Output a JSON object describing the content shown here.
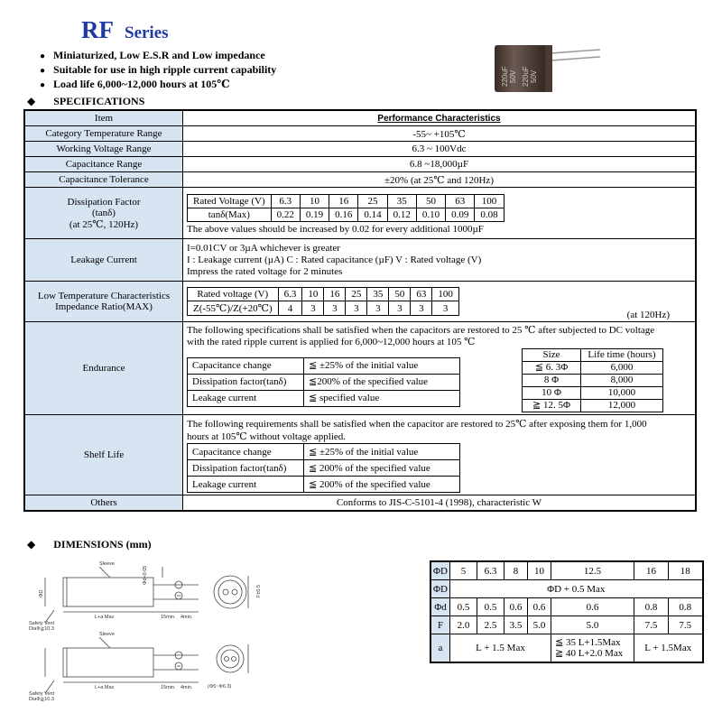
{
  "header": {
    "series_code": "RF",
    "series_word": "Series"
  },
  "features": [
    "Miniaturized, Low E.S.R and Low impedance",
    "Suitable for use in high ripple current capability",
    "Load life 6,000~12,000 hours at 105℃"
  ],
  "capacitor_image": {
    "label1": "220uF",
    "label2": "50V"
  },
  "specifications": {
    "heading": "SPECIFICATIONS",
    "col_item": "Item",
    "col_perf": "Performance Characteristics",
    "temp_label": "Category Temperature Range",
    "temp_value": "-55~ +105℃",
    "voltage_label": "Working Voltage Range",
    "voltage_value": "6.3 ~ 100Vdc",
    "cap_label": "Capacitance Range",
    "cap_value": "6.8 ~18,000µF",
    "tol_label": "Capacitance Tolerance",
    "tol_value": "±20%   (at 25℃ and 120Hz)",
    "df_label1": "Dissipation Factor",
    "df_label2": "(tanδ)",
    "df_label3": "(at 25℃, 120Hz)",
    "df_rated_label": "Rated Voltage (V)",
    "df_tan_label": "tanδ(Max)",
    "df_voltages": [
      "6.3",
      "10",
      "16",
      "25",
      "35",
      "50",
      "63",
      "100"
    ],
    "df_values": [
      "0.22",
      "0.19",
      "0.16",
      "0.14",
      "0.12",
      "0.10",
      "0.09",
      "0.08"
    ],
    "df_note": "The above values should be increased by 0.02 for every additional 1000µF",
    "leak_label": "Leakage Current",
    "leak_line1": "I=0.01CV or 3µA whichever is greater",
    "leak_line2": "I : Leakage current (µA)   C : Rated capacitance (µF)   V : Rated voltage (V)",
    "leak_line3": "Impress the rated voltage for 2 minutes",
    "lt_label1": "Low Temperature Characteristics",
    "lt_label2": "Impedance Ratio(MAX)",
    "lt_rated_label": "Rated voltage (V)",
    "lt_z_label": "Z(-55℃)/Z(+20℃)",
    "lt_voltages": [
      "6.3",
      "10",
      "16",
      "25",
      "35",
      "50",
      "63",
      "100"
    ],
    "lt_values": [
      "4",
      "3",
      "3",
      "3",
      "3",
      "3",
      "3",
      "3"
    ],
    "lt_note": "(at 120Hz)",
    "endu_label": "Endurance",
    "endu_text1": "The following specifications shall be satisfied when the capacitors are restored to 25 ℃ after subjected to DC voltage",
    "endu_text2": "with the rated ripple current is applied for 6,000~12,000 hours at 105 ℃",
    "endu_rows": [
      [
        "Capacitance change",
        "≦ ±25% of the initial value"
      ],
      [
        "Dissipation factor(tanδ)",
        "≦200% of the specified value"
      ],
      [
        "Leakage current",
        "≦ specified value"
      ]
    ],
    "life_head": [
      "Size",
      "Life time (hours)"
    ],
    "life_rows": [
      [
        "≦ 6. 3Φ",
        "6,000"
      ],
      [
        "8 Φ",
        "8,000"
      ],
      [
        "10 Φ",
        "10,000"
      ],
      [
        "≧ 12. 5Φ",
        "12,000"
      ]
    ],
    "shelf_label": "Shelf Life",
    "shelf_text1": "The following requirements shall be satisfied when the capacitor are restored to 25℃ after exposing them for 1,000",
    "shelf_text2": "hours at 105℃ without voltage applied.",
    "shelf_rows": [
      [
        "Capacitance change",
        "≦ ±25% of the initial value"
      ],
      [
        "Dissipation factor(tanδ)",
        "≦ 200% of the specified value"
      ],
      [
        "Leakage current",
        "≦ 200% of the specified value"
      ]
    ],
    "others_label": "Others",
    "others_value": "Conforms to JIS-C-5101-4 (1998), characteristic W"
  },
  "dimensions": {
    "heading": "DIMENSIONS (mm)",
    "drawing1": {
      "sleeve": "Sleeve",
      "lmax": "L+a Max",
      "min15": "15min.",
      "min4": "4min.",
      "vent": "Safety Vent",
      "vent_dia": "DiaΦ≧10.3",
      "od": "ΦD",
      "od_tol": "Φd+0.05",
      "f": "F±0.5"
    },
    "drawing2": {
      "sleeve": "Sleeve",
      "lmax": "L+a Max",
      "min15": "15min.",
      "min4": "4min.",
      "vent": "Safety Vent",
      "vent_dia": "DiaΦ≧10.3",
      "note": "(Φ5~Φ6.3)"
    },
    "table": {
      "row_phiD": [
        "ΦD",
        "5",
        "6.3",
        "8",
        "10",
        "12.5",
        "16",
        "18"
      ],
      "row_phiD2": [
        "ΦD",
        "ΦD + 0.5 Max"
      ],
      "row_phid": [
        "Φd",
        "0.5",
        "0.5",
        "0.6",
        "0.6",
        "0.6",
        "0.8",
        "0.8"
      ],
      "row_F": [
        "F",
        "2.0",
        "2.5",
        "3.5",
        "5.0",
        "5.0",
        "7.5",
        "7.5"
      ],
      "row_a_label": "a",
      "row_a_small": "L + 1.5 Max",
      "row_a_mid1": "≦ 35 L+1.5Max",
      "row_a_mid2": "≧ 40 L+2.0 Max",
      "row_a_large": "L + 1.5Max"
    }
  }
}
